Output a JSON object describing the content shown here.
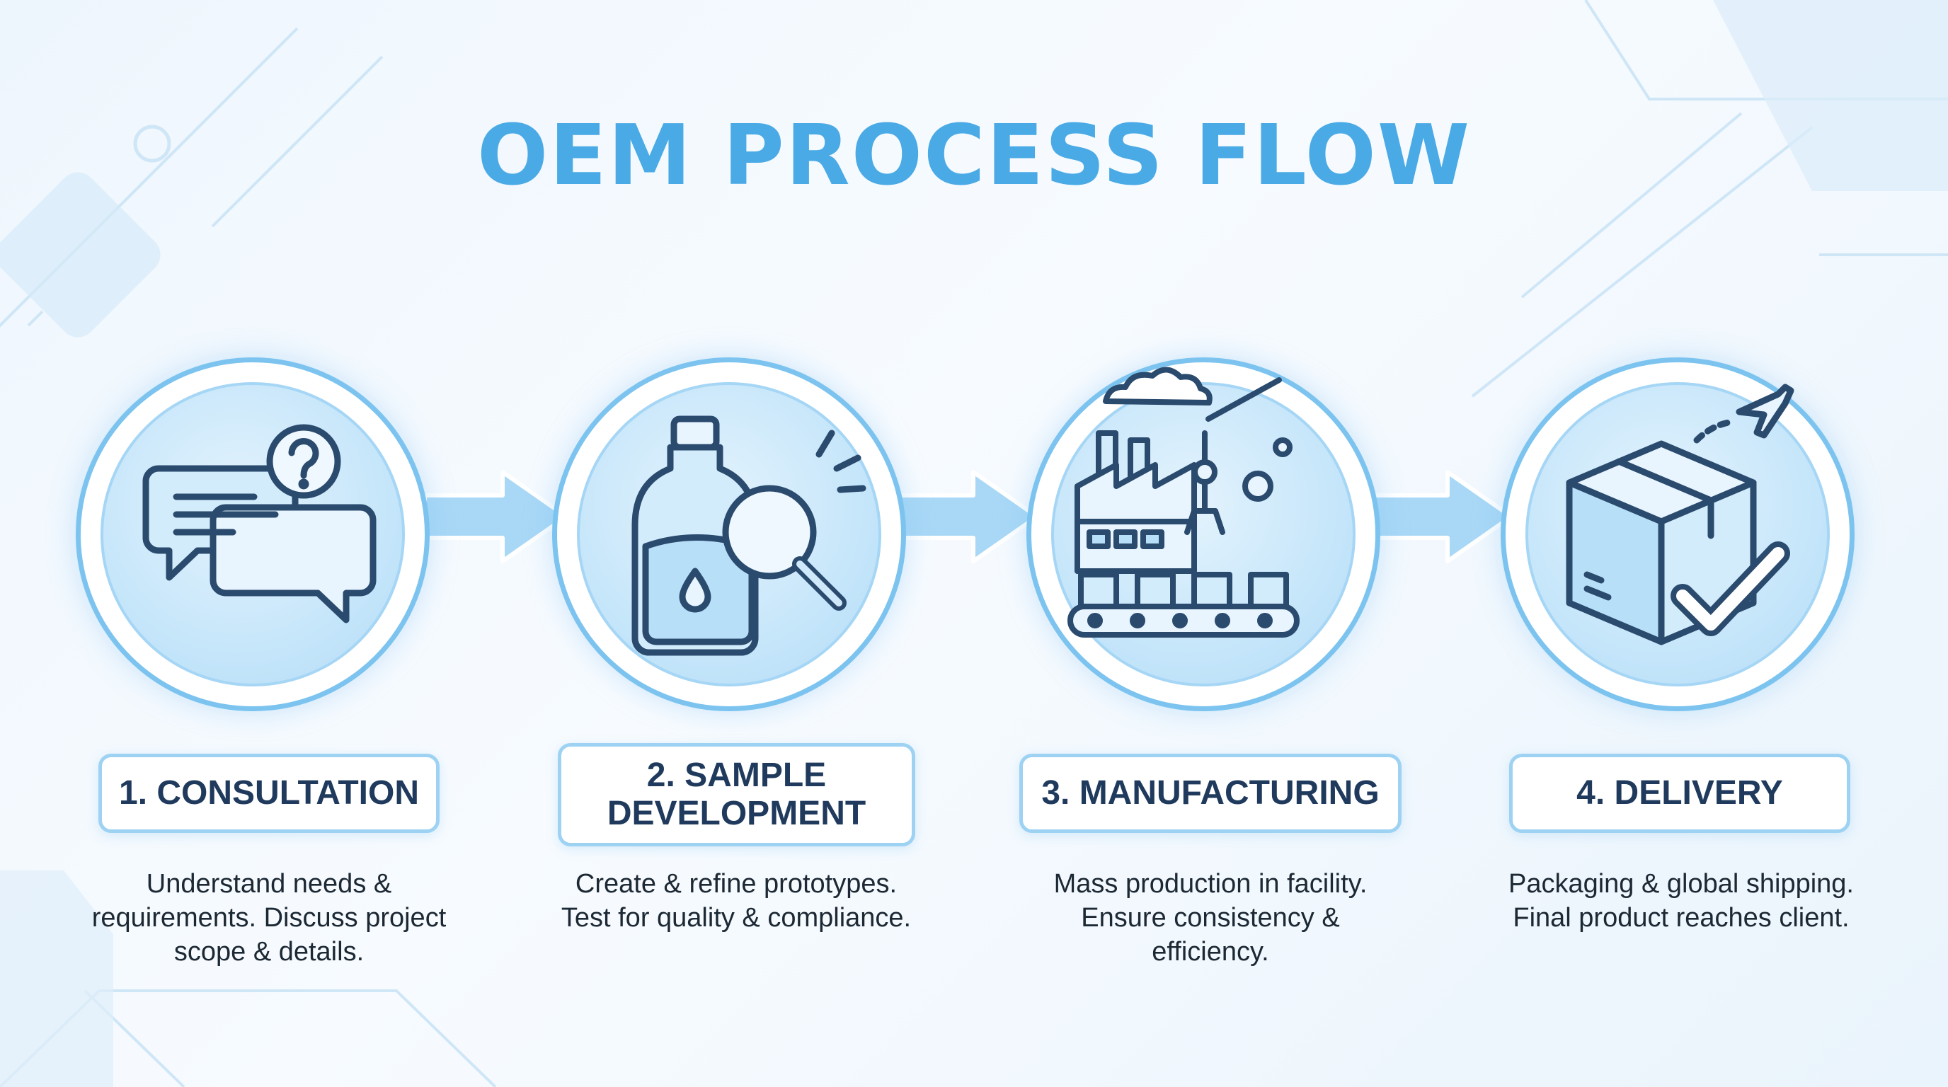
{
  "title": "OEM PROCESS FLOW",
  "colors": {
    "accent": "#4aaae6",
    "dark_text": "#1f3a5c",
    "ring": "#7cc4ef",
    "arrow": "#a9d8f6"
  },
  "steps": [
    {
      "label": "1. CONSULTATION",
      "description": "Understand needs & requirements. Discuss project scope & details.",
      "icon": "chat-question-icon"
    },
    {
      "label": "2. SAMPLE DEVELOPMENT",
      "description": "Create & refine prototypes. Test for quality & compliance.",
      "icon": "bottle-magnifier-icon"
    },
    {
      "label": "3. MANUFACTURING",
      "description": "Mass production in facility. Ensure consistency & efficiency.",
      "icon": "factory-conveyor-icon"
    },
    {
      "label": "4. DELIVERY",
      "description": "Packaging & global shipping. Final product reaches client.",
      "icon": "package-plane-check-icon"
    }
  ]
}
